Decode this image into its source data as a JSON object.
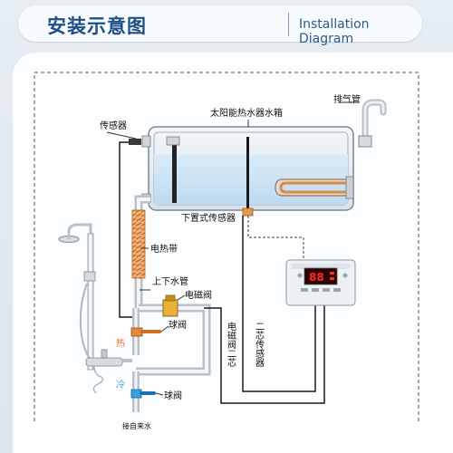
{
  "header": {
    "title_cn": "安装示意图",
    "title_en": "Installation Diagram"
  },
  "labels": {
    "exhaust_pipe": "排气管",
    "tank": "太阳能热水器水箱",
    "sensor": "传感器",
    "lower_sensor": "下置式传感器",
    "heating_band": "电热带",
    "inlet_outlet_pipe": "上下水管",
    "solenoid_valve": "电磁阀",
    "hot": "热",
    "ball_valve_hot": "球阀",
    "cold": "冷",
    "ball_valve_cold": "球阀",
    "tap_water": "接自来水",
    "solenoid_two_core": "电磁阀二芯",
    "two_core_sensor": "二芯传感器"
  },
  "controller": {
    "display_value": "88"
  },
  "colors": {
    "title_blue": "#1f4e86",
    "water_blue": "#bcdaf1",
    "heating_copper": "#e08b3c",
    "hot_label": "#e0702c",
    "cold_label": "#3aa3dd",
    "display_red": "#ff2a2a",
    "wire": "#1a1a1a"
  }
}
